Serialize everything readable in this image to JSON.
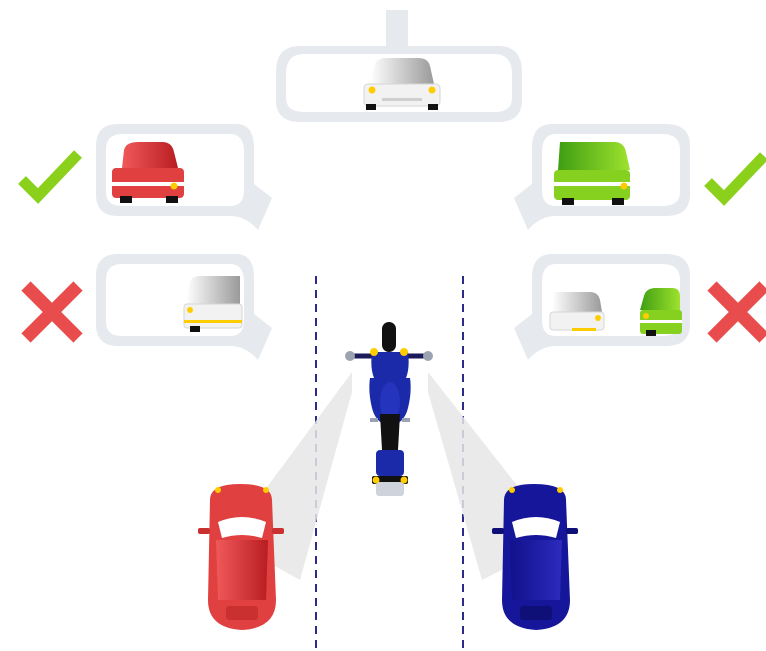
{
  "colors": {
    "background": "#ffffff",
    "mirror_fill": "#ffffff",
    "mirror_border": "#e6e9ee",
    "lane_line": "#2b2b8c",
    "check": "#8bd11c",
    "cross": "#e84c4c",
    "red_car": "#e0403f",
    "green_car": "#86d020",
    "blue_car": "#16169a",
    "white_car": "#e7e7e7",
    "motorcycle": "#1b2aa8",
    "headlight": "#ffcc00",
    "vision_cone": "#e8e8e8"
  },
  "mirrors": [
    {
      "id": "rearview",
      "shows": "white-car"
    },
    {
      "id": "left-correct",
      "shows": "red-car",
      "status": "correct"
    },
    {
      "id": "right-correct",
      "shows": "green-car",
      "status": "correct"
    },
    {
      "id": "left-incorrect",
      "shows": "white-car",
      "status": "incorrect"
    },
    {
      "id": "right-incorrect",
      "shows": [
        "white-car",
        "green-car"
      ],
      "status": "incorrect"
    }
  ],
  "road": {
    "vehicles": [
      "motorcycle",
      "red-car",
      "blue-car"
    ]
  }
}
